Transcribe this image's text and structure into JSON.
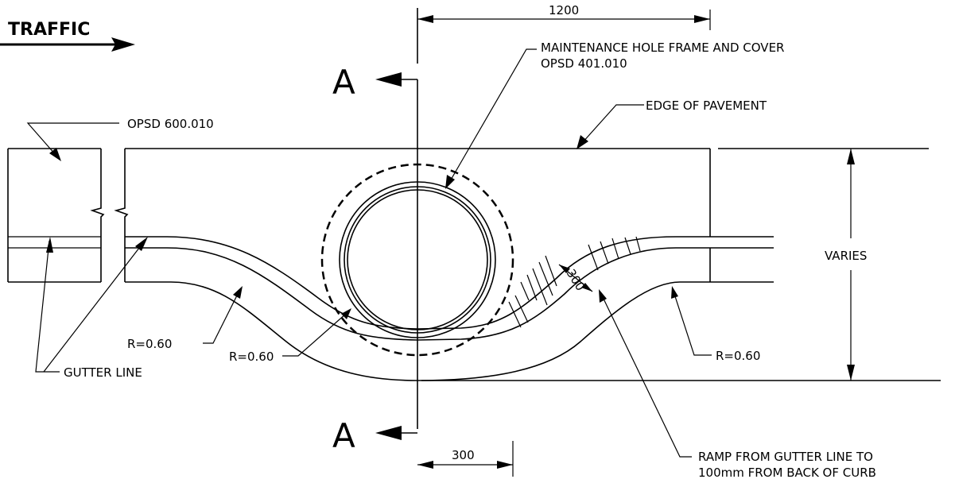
{
  "drawing": {
    "traffic_label": "TRAFFIC",
    "section_marker_top": "A",
    "section_marker_bottom": "A",
    "dim_top": "1200",
    "dim_bottom": "300",
    "dim_ramp": "300",
    "label_mh_line1": "MAINTENANCE HOLE FRAME AND COVER",
    "label_mh_line2": "OPSD 401.010",
    "label_edge_pavement": "EDGE OF PAVEMENT",
    "label_opsd600": "OPSD 600.010",
    "label_varies": "VARIES",
    "label_r_left": "R=0.60",
    "label_r_mid": "R=0.60",
    "label_r_right": "R=0.60",
    "label_gutter": "GUTTER LINE",
    "label_ramp_line1": "RAMP FROM GUTTER LINE TO",
    "label_ramp_line2": "100mm FROM BACK OF CURB"
  }
}
